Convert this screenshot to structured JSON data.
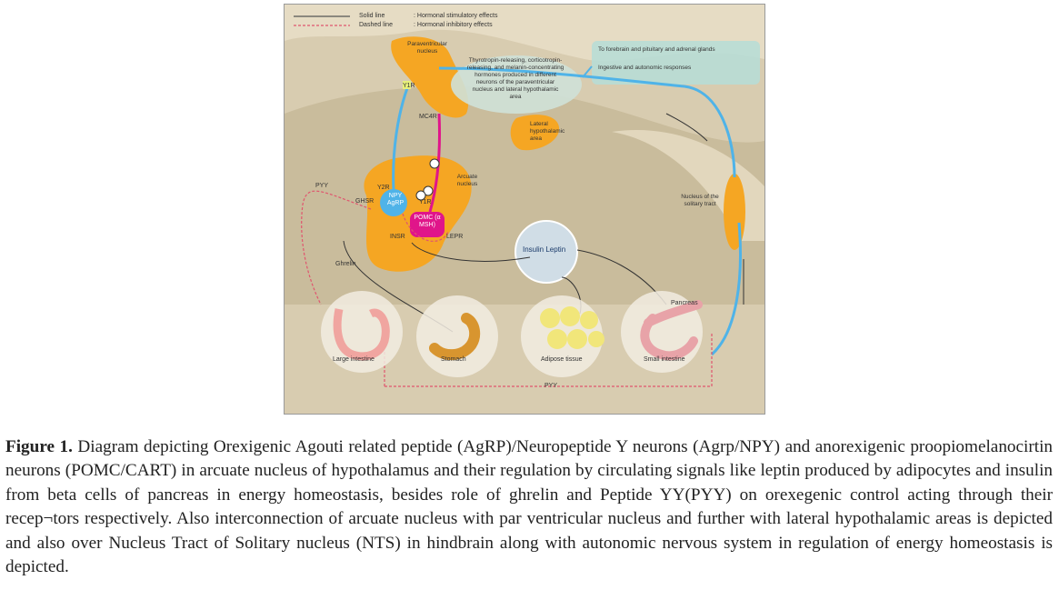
{
  "legend": {
    "solid_label": "Solid line",
    "solid_desc": ": Hormonal stimulatory effects",
    "dashed_label": "Dashed line",
    "dashed_desc": ": Hormonal inhibitory effects"
  },
  "colors": {
    "background": "#d8ccb0",
    "orange": "#f5a623",
    "blue": "#4fb3e8",
    "magenta": "#e0158a",
    "teal_box": "#b8ddd6",
    "dashed_red": "#e0556e"
  },
  "labels": {
    "paraventricular": "Paraventricular nucleus",
    "pvn_hormones": "Thyrotropin-releasing, corticotropin-releasing, and melanin-concentrating hormones produced in different neurons of the paraventricular nucleus and lateral hypothalamic area",
    "forebrain": "To forebrain and pituitary and adrenal glands",
    "ingestive": "Ingestive and autonomic responses",
    "y1r_top": "Y1R",
    "mc4r": "MC4R",
    "lateral_hypothalamic": "Lateral hypothalamic area",
    "arcuate": "Arcuate nucleus",
    "pyy_left": "PYY",
    "y2r": "Y2R",
    "ghsr": "GHSR",
    "npy_agrp": "NPY AgRP",
    "y1r_mid": "Y1R",
    "pomc": "POMC (α MSH)",
    "insr": "INSR",
    "lepr": "LEPR",
    "nts": "Nucleus of the solitary tract",
    "insulin_leptin": "Insulin Leptin",
    "ghrelin": "Ghrelin",
    "pancreas": "Pancreas",
    "large_intestine": "Large intestine",
    "stomach": "Stomach",
    "adipose": "Adipose tissue",
    "small_intestine": "Small intestine",
    "pyy_bottom": "PYY"
  },
  "caption": {
    "label": "Figure 1.",
    "text": "Diagram depicting Orexigenic Agouti related peptide (AgRP)/Neuropeptide Y neurons (Agrp/NPY) and anorexigenic proopiomelanocirtin neurons (POMC/CART) in arcuate nucleus of hypothalamus and their regulation by circulating signals like leptin produced by adipocytes and insulin from beta cells of pancreas in energy homeostasis, besides role of ghrelin and Peptide YY(PYY) on orexegenic control acting through their recep¬tors respectively. Also interconnection of arcuate nucleus with par ventricular nucleus and further with lateral hypothalamic areas is depicted and also over Nucleus Tract of Solitary nucleus (NTS) in hindbrain along with autonomic nervous system in regulation of energy homeostasis is depicted."
  }
}
